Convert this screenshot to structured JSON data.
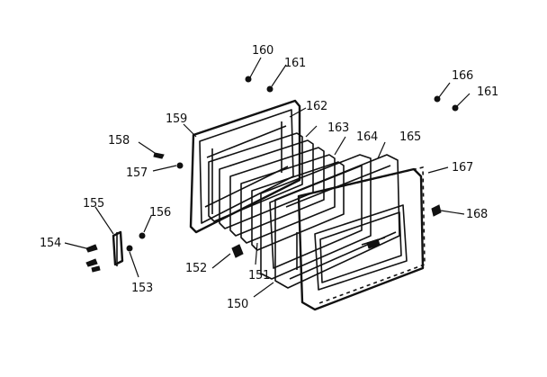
{
  "callouts": [
    {
      "id": "160",
      "text": "160"
    },
    {
      "id": "161a",
      "text": "161"
    },
    {
      "id": "166",
      "text": "166"
    },
    {
      "id": "161b",
      "text": "161"
    },
    {
      "id": "159",
      "text": "159"
    },
    {
      "id": "162",
      "text": "162"
    },
    {
      "id": "163",
      "text": "163"
    },
    {
      "id": "164",
      "text": "164"
    },
    {
      "id": "165",
      "text": "165"
    },
    {
      "id": "158",
      "text": "158"
    },
    {
      "id": "157",
      "text": "157"
    },
    {
      "id": "167",
      "text": "167"
    },
    {
      "id": "168",
      "text": "168"
    },
    {
      "id": "155",
      "text": "155"
    },
    {
      "id": "156",
      "text": "156"
    },
    {
      "id": "154",
      "text": "154"
    },
    {
      "id": "152",
      "text": "152"
    },
    {
      "id": "151",
      "text": "151"
    },
    {
      "id": "153",
      "text": "153"
    },
    {
      "id": "150",
      "text": "150"
    }
  ]
}
